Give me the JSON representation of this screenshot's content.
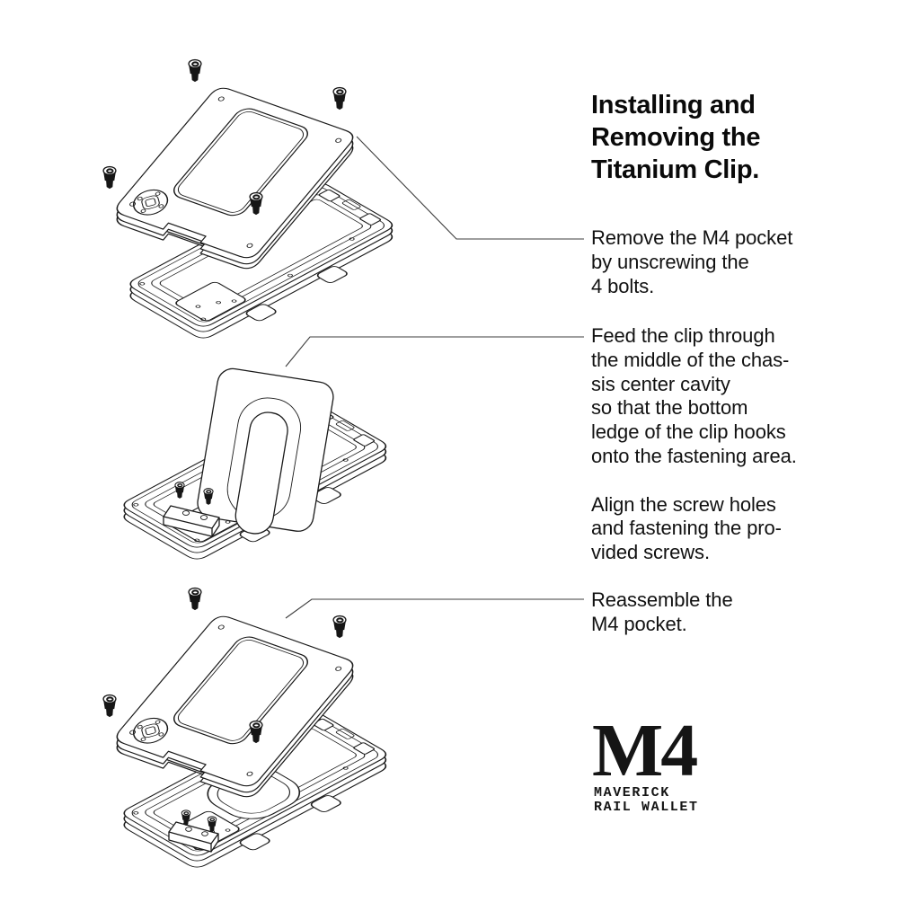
{
  "title": {
    "lines": [
      "Installing and",
      "Removing the",
      "Titanium Clip."
    ]
  },
  "instructions": [
    {
      "id": "remove-pocket",
      "lines": [
        "Remove the M4 pocket",
        "by unscrewing the",
        "4 bolts."
      ]
    },
    {
      "id": "feed-clip",
      "lines": [
        "Feed the clip through",
        "the middle of the chas-",
        "sis center cavity",
        "so that the bottom",
        "ledge of the clip hooks",
        "onto the fastening area.",
        "",
        "Align the screw holes",
        "and fastening the pro-",
        "vided screws."
      ]
    },
    {
      "id": "reassemble",
      "lines": [
        "Reassemble the",
        "M4 pocket."
      ]
    }
  ],
  "logo": {
    "wordmark": "M4",
    "sub_lines": [
      "MAVERICK",
      "RAIL WALLET"
    ]
  },
  "diagram_icons": [
    "wallet-top-plate",
    "wallet-chassis",
    "titanium-clip",
    "fastening-block",
    "bolt-screw",
    "emblem-badge"
  ],
  "colors": {
    "background": "#ffffff",
    "ink": "#1a1a1a",
    "text": "#111111",
    "leader_line": "#3d3d3d"
  }
}
